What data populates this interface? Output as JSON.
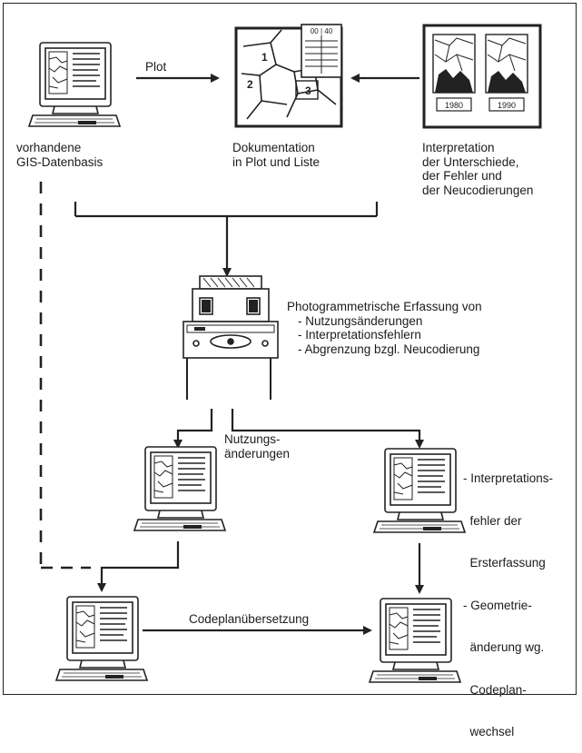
{
  "labels": {
    "plot": "Plot",
    "source_db": [
      "vorhandene",
      "GIS-Datenbasis"
    ],
    "documentation": [
      "Dokumentation",
      "in Plot und Liste"
    ],
    "interpretation": [
      "Interpretation",
      "der Unterschiede,",
      "der Fehler und",
      "der Neucodierungen"
    ],
    "photogrammetry": [
      "Photogrammetrische Erfassung von",
      "- Nutzungsänderungen",
      "- Interpretationsfehlern",
      "- Abgrenzung bzgl. Neucodierung"
    ],
    "land_use_changes": [
      "Nutzungs-",
      "änderungen"
    ],
    "errors": [
      "- Interpretations-",
      "  fehler der",
      "  Ersterfassung",
      "- Geometrie-",
      "  änderung wg.",
      "  Codeplan-",
      "  wechsel"
    ],
    "code_translation": "Codeplanübersetzung"
  },
  "map_parcels": [
    "1",
    "2",
    "3"
  ],
  "photo_years": [
    "1980",
    "1990"
  ],
  "list_header": "00 | 40"
}
